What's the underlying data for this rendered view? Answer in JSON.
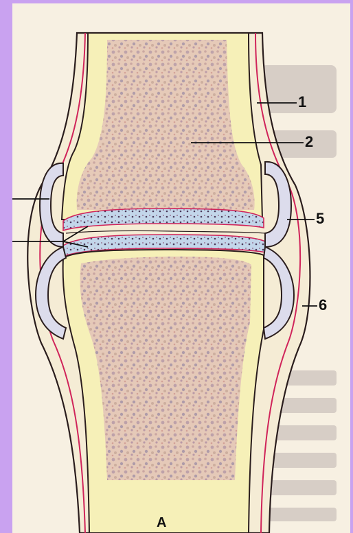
{
  "diagram": {
    "labels": {
      "l1": "1",
      "l2": "2",
      "l5": "5",
      "l6": "6",
      "caption": "A"
    },
    "colors": {
      "frame": "#c9a2f0",
      "paper": "#f7f0e2",
      "bone_spongy": "#d9b6a8",
      "bone_marrow_tint": "#f6f0b8",
      "cartilage": "#bcd1e6",
      "capsule_line": "#d0245a",
      "outline": "#2a1d1d",
      "synovial_pouch": "#dcdcec"
    }
  }
}
